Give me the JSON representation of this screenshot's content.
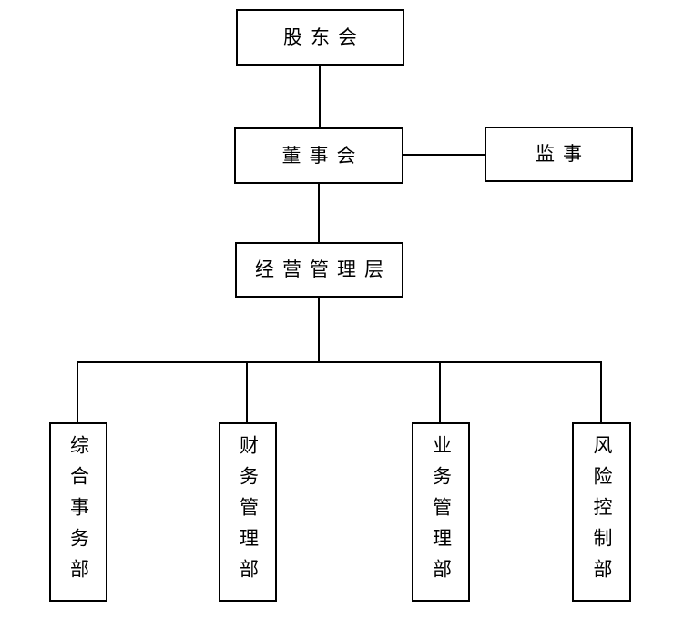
{
  "nodes": {
    "shareholders": {
      "label": "股东会"
    },
    "board": {
      "label": "董事会"
    },
    "supervisor": {
      "label": "监事"
    },
    "management": {
      "label": "经营管理层"
    },
    "dept_general_affairs": {
      "label": "综合事务部"
    },
    "dept_financial_mgmt": {
      "label": "财务管理部"
    },
    "dept_business_mgmt": {
      "label": "业务管理部"
    },
    "dept_risk_control": {
      "label": "风险控制部"
    }
  },
  "edges": [
    {
      "from": "shareholders",
      "to": "board",
      "type": "vertical"
    },
    {
      "from": "board",
      "to": "supervisor",
      "type": "horizontal"
    },
    {
      "from": "board",
      "to": "management",
      "type": "vertical"
    },
    {
      "from": "management",
      "to": "dept_general_affairs",
      "type": "branch"
    },
    {
      "from": "management",
      "to": "dept_financial_mgmt",
      "type": "branch"
    },
    {
      "from": "management",
      "to": "dept_business_mgmt",
      "type": "branch"
    },
    {
      "from": "management",
      "to": "dept_risk_control",
      "type": "branch"
    }
  ],
  "colors": {
    "line": "#000000",
    "border": "#000000",
    "background": "#ffffff",
    "text": "#000000"
  }
}
